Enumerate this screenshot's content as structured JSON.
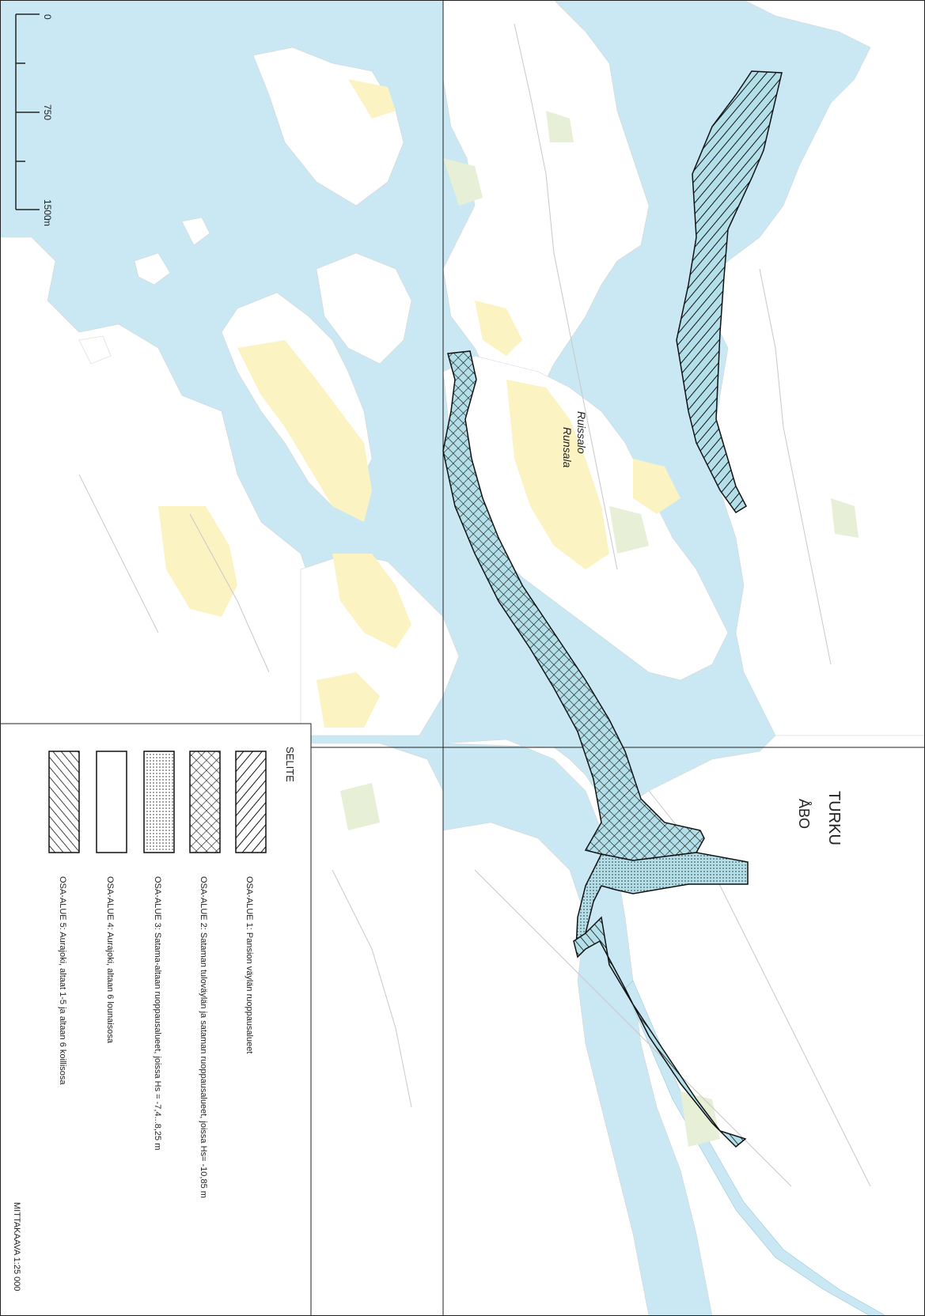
{
  "scale_bar": {
    "ticks": [
      "0",
      "750",
      "1500"
    ],
    "unit": "m"
  },
  "legend": {
    "title": "SELITE",
    "items": [
      {
        "pattern": "hatch-right",
        "label": "OSA-ALUE 1: Pansion väylän ruoppausalueet"
      },
      {
        "pattern": "crosshatch",
        "label": "OSA-ALUE 2: Sataman tuloväylän ja sataman ruoppausalueet, joissa Hs= -10,85 m"
      },
      {
        "pattern": "dots",
        "label": "OSA-ALUE 3: Satama-altaan ruoppausalueet, joissa Hs = -7,4...8,25 m"
      },
      {
        "pattern": "blank",
        "label": "OSA-ALUE 4: Aurajoki, altaan 6 lounaisosa"
      },
      {
        "pattern": "hatch-left",
        "label": "OSA-ALUE 5: Aurajoki, altaat 1-5 ja altaan 6 koillisosa"
      }
    ],
    "scale_text": "MITTAKAAVA 1:25 000"
  },
  "places": {
    "turku": "TURKU",
    "abo": "ÅBO",
    "ruissalo": "Ruissalo",
    "runsala": "Runsala"
  },
  "colors": {
    "water": "#c9e8f3",
    "land": "#ffffff",
    "field": "#fbf3c2",
    "green": "#e7efd6",
    "zone_fill": "#b3dfe9"
  }
}
